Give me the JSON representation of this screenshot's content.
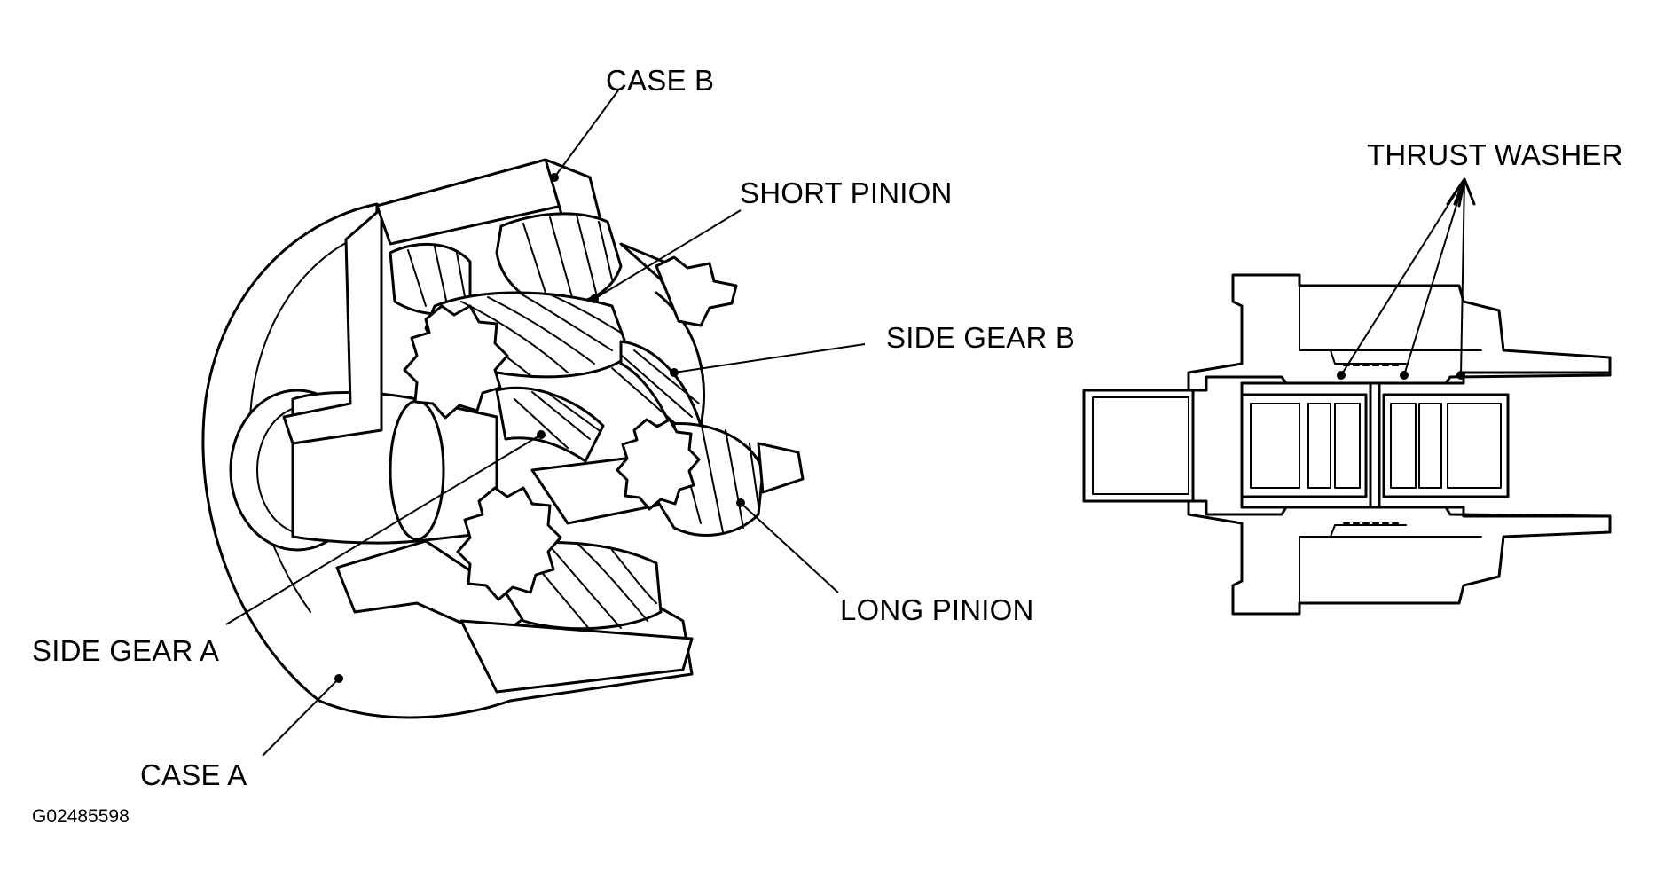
{
  "figure_id": "G02485598",
  "labels": {
    "case_b": "CASE B",
    "short_pinion": "SHORT PINION",
    "side_gear_b": "SIDE GEAR B",
    "long_pinion": "LONG PINION",
    "side_gear_a": "SIDE GEAR A",
    "case_a": "CASE A",
    "thrust_washer": "THRUST WASHER"
  }
}
